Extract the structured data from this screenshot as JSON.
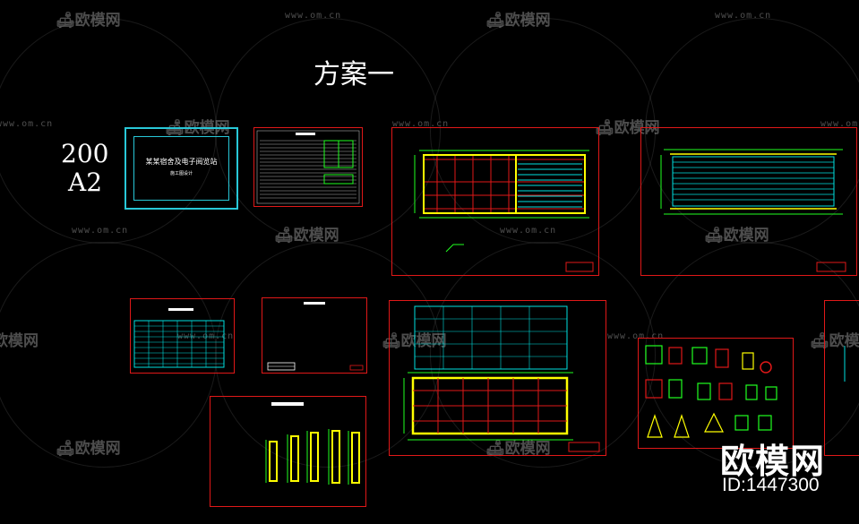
{
  "drawing": {
    "scheme_title": "方案一",
    "scale": "200",
    "paper_size": "A2",
    "cover_title": "某某宿舍及电子阅览站",
    "cover_subtitle": "施工图设计"
  },
  "watermark": {
    "logo_text": "欧模网",
    "url_text": "www.om.cn"
  },
  "brand": {
    "name": "欧模网",
    "id_label": "ID:1447300"
  },
  "colors": {
    "background": "#000000",
    "sheet_border": "#e01818",
    "cover_border": "#28c8d8",
    "grid_red": "#e01818",
    "grid_yellow": "#ffff00",
    "grid_cyan": "#00e0e0",
    "grid_green": "#20ff20"
  }
}
